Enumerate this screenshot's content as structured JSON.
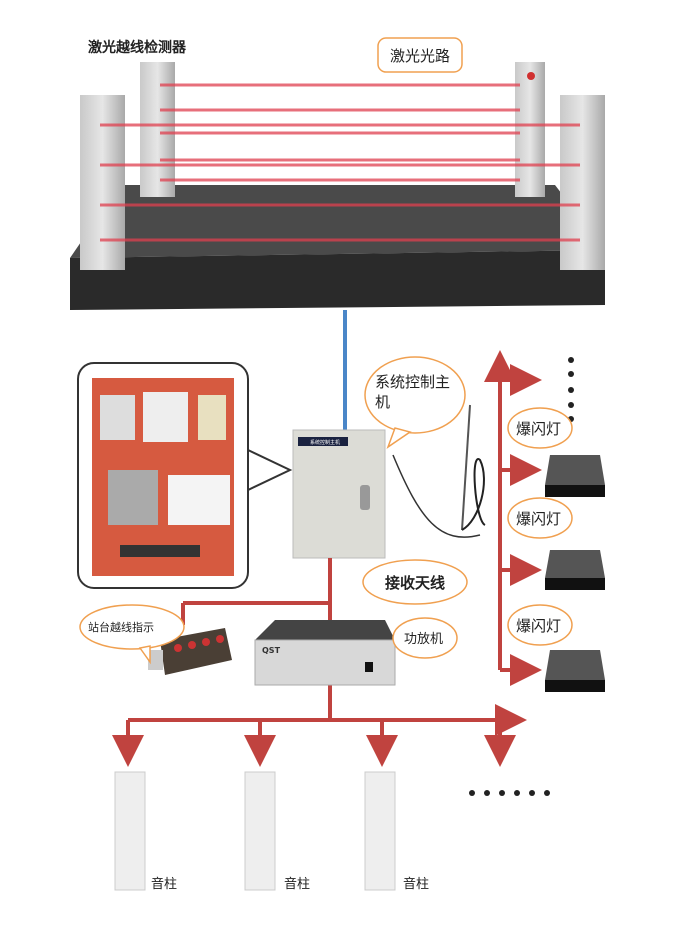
{
  "title": "激光越线检测器",
  "labels": {
    "laser_path": "激光光路",
    "controller": "系统控制主机",
    "antenna": "接收天线",
    "strobe": [
      "爆闪灯",
      "爆闪灯",
      "爆闪灯"
    ],
    "platform_indicator": "站台越线指示",
    "amplifier": "功放机",
    "speaker": [
      "音柱",
      "音柱",
      "音柱"
    ]
  },
  "device_text": {
    "controller_plate": "系统控制主机",
    "amplifier_brand": "QST"
  },
  "colors": {
    "laser": "#e0404f",
    "signal_line_blue": "#4a86c8",
    "wire_red": "#c0433f",
    "bubble_border": "#f0a050",
    "base": "#3a3a3a"
  }
}
